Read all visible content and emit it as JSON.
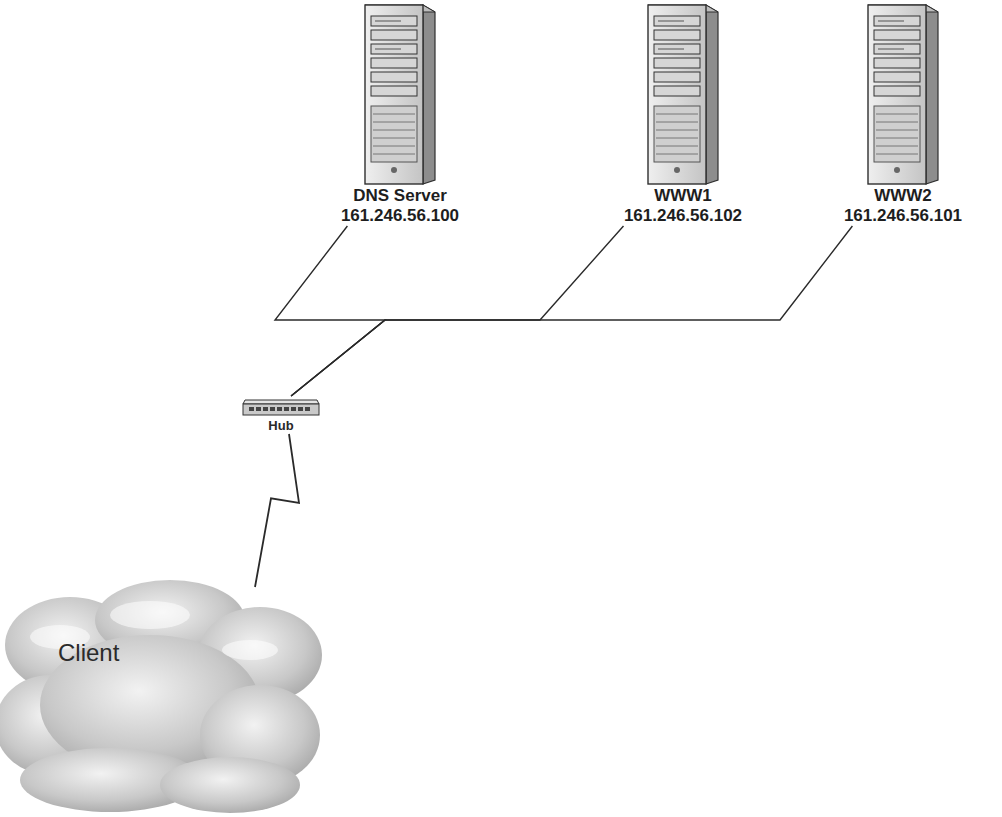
{
  "diagram": {
    "nodes": [
      {
        "text": [
          "DNS Server",
          "161.246.56.100"
        ]
      },
      {
        "text": [
          "WWW1",
          "161.246.56.102"
        ]
      },
      {
        "text": [
          "WWW2",
          "161.246.56.101"
        ]
      },
      {
        "text": [
          "Hub"
        ]
      },
      {
        "text": [
          "Client"
        ]
      }
    ],
    "edges": [
      {
        "from": 0,
        "to": 3,
        "arrow": "none"
      },
      {
        "from": 1,
        "to": 3,
        "arrow": "none"
      },
      {
        "from": 2,
        "to": 3,
        "arrow": "none"
      },
      {
        "from": 3,
        "to": 4,
        "arrow": "none"
      }
    ]
  }
}
